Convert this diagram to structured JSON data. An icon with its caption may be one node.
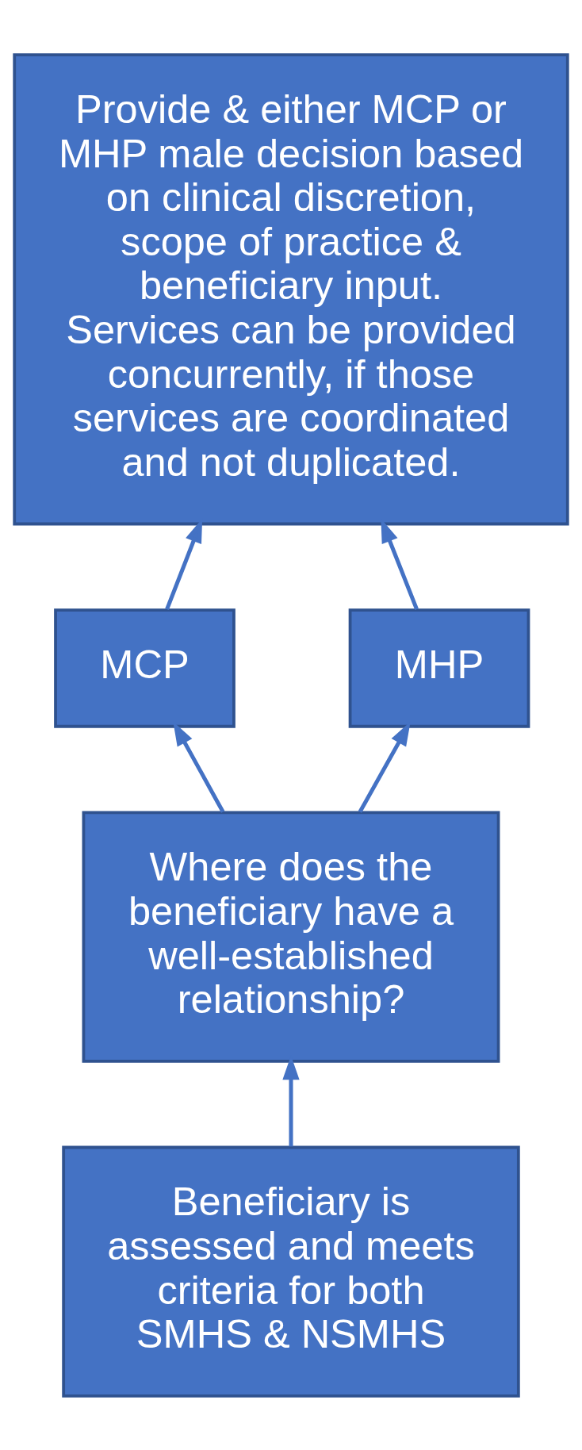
{
  "diagram": {
    "nodes": [
      {
        "text": [
          "Beneficiary is assessed and meets criteria for both SMHS & NSMHS"
        ]
      },
      {
        "text": [
          "Where does the beneficiary have a well-established relationship?"
        ]
      },
      {
        "text": [
          "MCP"
        ]
      },
      {
        "text": [
          "MHP"
        ]
      },
      {
        "text": [
          "Provide & either MCP or MHP male decision based on clinical discretion, scope of practice & beneficiary input. Services can be provided concurrently, if those services are coordinated and not duplicated."
        ]
      }
    ],
    "edges": [
      {
        "from": 0,
        "to": 1,
        "arrow": "to"
      },
      {
        "from": 1,
        "to": 2,
        "arrow": "to"
      },
      {
        "from": 1,
        "to": 3,
        "arrow": "to"
      },
      {
        "from": 2,
        "to": 4,
        "arrow": "to"
      },
      {
        "from": 3,
        "to": 4,
        "arrow": "to"
      }
    ]
  }
}
